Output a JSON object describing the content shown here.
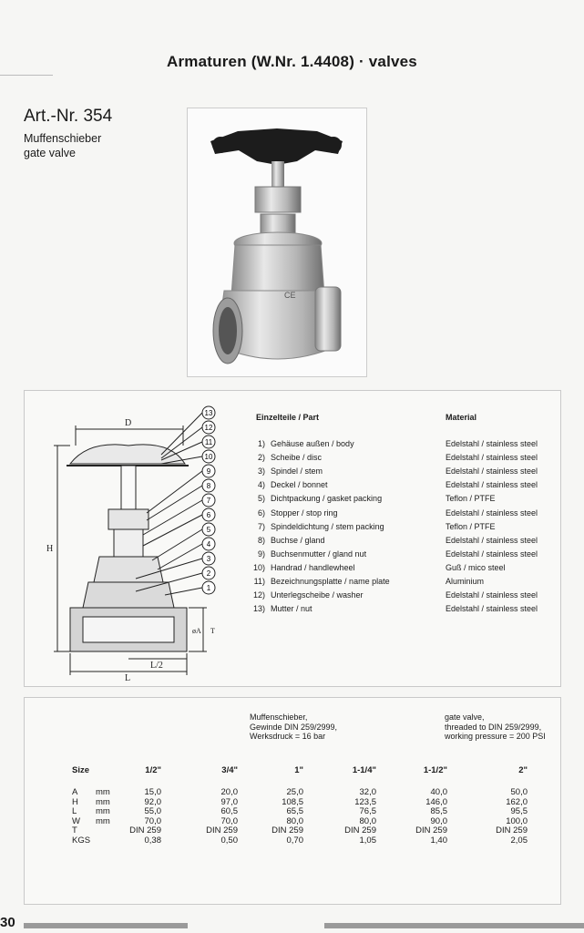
{
  "header": {
    "title": "Armaturen (W.Nr. 1.4408) · valves"
  },
  "product": {
    "art_nr": "Art.-Nr. 354",
    "name_de": "Muffenschieber",
    "name_en": "gate valve"
  },
  "drawing": {
    "dim_labels": {
      "d": "D",
      "h": "H",
      "l": "L",
      "l_half": "L/2",
      "a": "øA",
      "t": "T"
    },
    "callouts": [
      "1",
      "2",
      "3",
      "4",
      "5",
      "6",
      "7",
      "8",
      "9",
      "10",
      "11",
      "12",
      "13"
    ]
  },
  "parts": {
    "header_part": "Einzelteile / Part",
    "header_material": "Material",
    "rows": [
      {
        "num": "1)",
        "name": "Gehäuse außen / body",
        "material": "Edelstahl / stainless steel"
      },
      {
        "num": "2)",
        "name": "Scheibe / disc",
        "material": "Edelstahl / stainless steel"
      },
      {
        "num": "3)",
        "name": "Spindel / stem",
        "material": "Edelstahl / stainless steel"
      },
      {
        "num": "4)",
        "name": "Deckel / bonnet",
        "material": "Edelstahl / stainless steel"
      },
      {
        "num": "5)",
        "name": "Dichtpackung / gasket packing",
        "material": "Teflon   / PTFE"
      },
      {
        "num": "6)",
        "name": "Stopper / stop ring",
        "material": "Edelstahl / stainless steel"
      },
      {
        "num": "7)",
        "name": "Spindeldichtung / stem packing",
        "material": "Teflon   / PTFE"
      },
      {
        "num": "8)",
        "name": "Buchse / gland",
        "material": "Edelstahl / stainless steel"
      },
      {
        "num": "9)",
        "name": "Buchsenmutter / gland nut",
        "material": "Edelstahl / stainless steel"
      },
      {
        "num": "10)",
        "name": "Handrad / handlewheel",
        "material": "Guß / mico steel"
      },
      {
        "num": "11)",
        "name": "Bezeichnungsplatte / name plate",
        "material": "Aluminium"
      },
      {
        "num": "12)",
        "name": "Unterlegscheibe / washer",
        "material": "Edelstahl / stainless steel"
      },
      {
        "num": "13)",
        "name": "Mutter / nut",
        "material": "Edelstahl / stainless steel"
      }
    ]
  },
  "specs": {
    "note_de": [
      "Muffenschieber,",
      "Gewinde DIN 259/2999,",
      "Werksdruck = 16 bar"
    ],
    "note_en": [
      "gate valve,",
      "threaded to DIN 259/2999,",
      "working pressure = 200 PSI"
    ],
    "size_label": "Size",
    "sizes": [
      "1/2\"",
      "3/4\"",
      "1\"",
      "1-1/4\"",
      "1-1/2\"",
      "2\""
    ],
    "rows": [
      {
        "label": "A",
        "unit": "mm",
        "values": [
          "15,0",
          "20,0",
          "25,0",
          "32,0",
          "40,0",
          "50,0"
        ]
      },
      {
        "label": "H",
        "unit": "mm",
        "values": [
          "92,0",
          "97,0",
          "108,5",
          "123,5",
          "146,0",
          "162,0"
        ]
      },
      {
        "label": "L",
        "unit": "mm",
        "values": [
          "55,0",
          "60,5",
          "65,5",
          "76,5",
          "85,5",
          "95,5"
        ]
      },
      {
        "label": "W",
        "unit": "mm",
        "values": [
          "70,0",
          "70,0",
          "80,0",
          "80,0",
          "90,0",
          "100,0"
        ]
      },
      {
        "label": "T",
        "unit": "",
        "values": [
          "DIN 259",
          "DIN 259",
          "DIN 259",
          "DIN 259",
          "DIN 259",
          "DIN 259"
        ]
      },
      {
        "label": "KGS",
        "unit": "",
        "values": [
          "0,38",
          "0,50",
          "0,70",
          "1,05",
          "1,40",
          "2,05"
        ]
      }
    ]
  },
  "footer": {
    "page_number": "30"
  }
}
